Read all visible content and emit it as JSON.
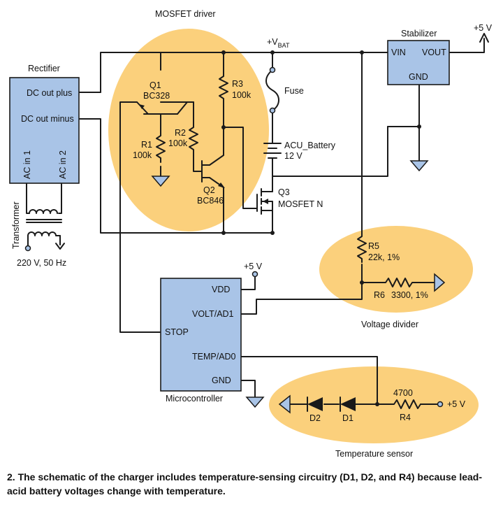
{
  "zones": {
    "mosfet_driver": "MOSFET driver",
    "voltage_divider": "Voltage divider",
    "temperature_sensor": "Temperature sensor"
  },
  "blocks": {
    "rectifier": {
      "title": "Rectifier",
      "dc_plus": "DC out plus",
      "dc_minus": "DC out minus",
      "ac1": "AC in 1",
      "ac2": "AC in 2"
    },
    "stabilizer": {
      "title": "Stabilizer",
      "vin": "VIN",
      "vout": "VOUT",
      "gnd": "GND"
    },
    "microcontroller": {
      "title": "Microcontroller",
      "vdd": "VDD",
      "volt": "VOLT/AD1",
      "stop": "STOP",
      "temp": "TEMP/AD0",
      "gnd": "GND"
    }
  },
  "components": {
    "q1": {
      "name": "Q1",
      "part": "BC328"
    },
    "q2": {
      "name": "Q2",
      "part": "BC846"
    },
    "q3": {
      "name": "Q3",
      "part": "MOSFET N"
    },
    "r1": {
      "name": "R1",
      "value": "100k"
    },
    "r2": {
      "name": "R2",
      "value": "100k"
    },
    "r3": {
      "name": "R3",
      "value": "100k"
    },
    "r4": {
      "name": "R4",
      "value": "4700"
    },
    "r5": {
      "name": "R5",
      "value": "22k, 1%"
    },
    "r6": {
      "name": "R6",
      "value": "3300, 1%"
    },
    "d1": "D1",
    "d2": "D2",
    "fuse": "Fuse",
    "battery": {
      "name": "ACU_Battery",
      "value": "12 V"
    },
    "transformer": {
      "name": "Transformer",
      "rating": "220 V, 50 Hz"
    }
  },
  "nets": {
    "vbat_main": "+V",
    "vbat_sub": "BAT",
    "plus5_top": "+5 V",
    "plus5_mcu": "+5 V",
    "plus5_sensor": "+5 V"
  },
  "caption": "2. The schematic of the charger includes temperature-sensing circuitry (D1, D2, and R4) because lead-acid battery voltages change with temperature."
}
